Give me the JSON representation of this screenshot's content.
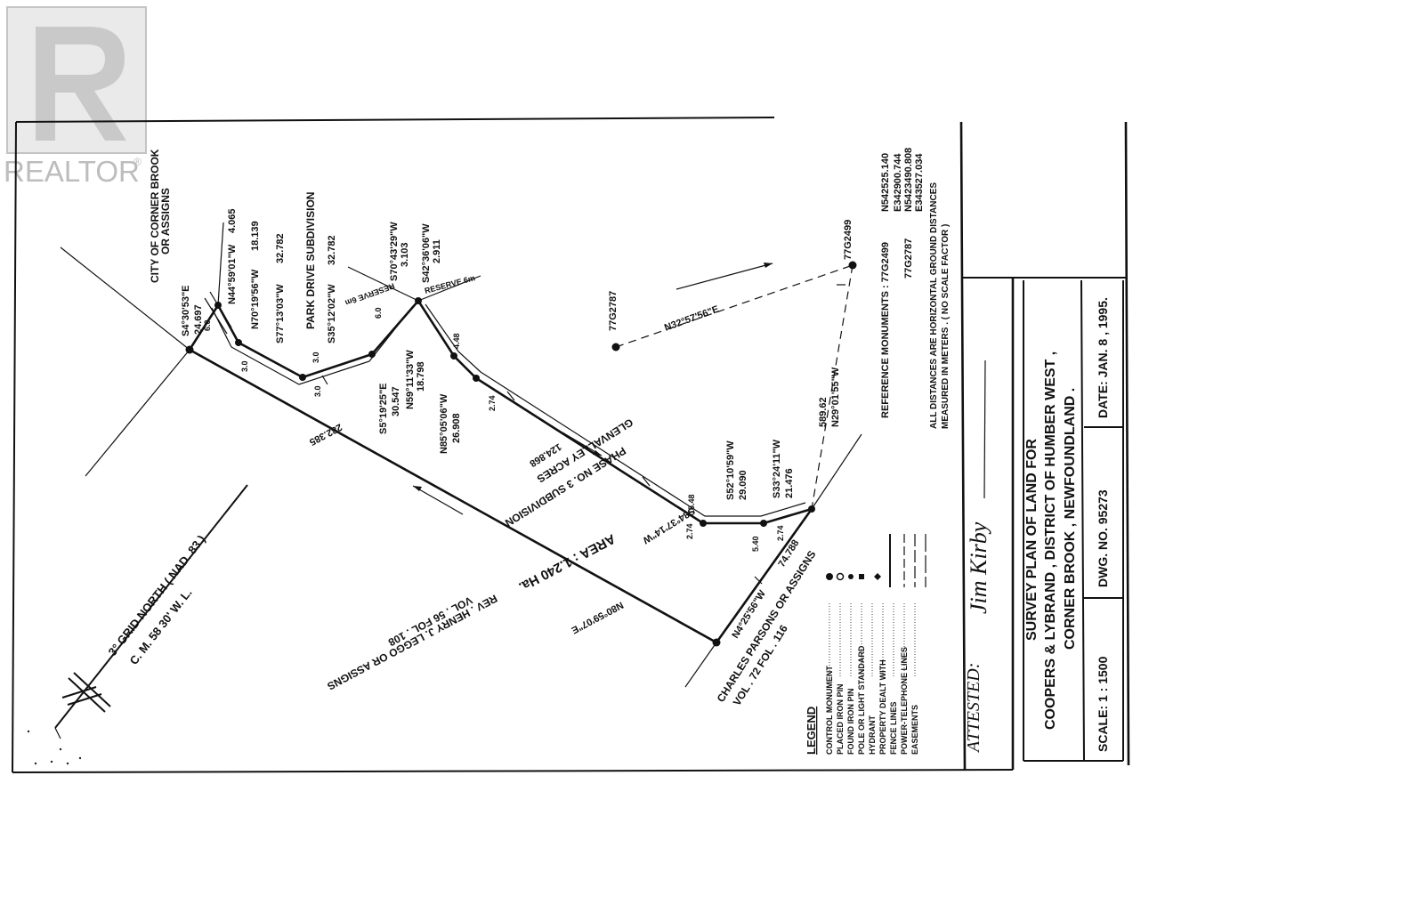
{
  "watermark": {
    "text": "REALTOR",
    "registered": "®"
  },
  "title_block": {
    "survey_line1": "SURVEY PLAN OF LAND FOR",
    "survey_line2": "COOPERS & LYBRAND , DISTRICT OF HUMBER WEST ,",
    "survey_line3": "CORNER BROOK , NEWFOUNDLAND .",
    "scale": "SCALE: 1 : 1500",
    "dwg": "DWG. NO. 95273",
    "date": "DATE: JAN. 8 , 1995.",
    "attested": "ATTESTED:",
    "signature": "Jim Kirby"
  },
  "notes": {
    "reference_monuments": "REFERENCE MONUMENTS : 77G2499",
    "ref_77g2787": "77G2787",
    "coord_1": "N542525.140",
    "coord_2": "E342900.744",
    "coord_3": "N5423490.808",
    "coord_4": "E343527.034",
    "distances_1": "ALL DISTANCES ARE HORIZONTAL GROUND DISTANCES",
    "distances_2": "MEASURED IN METERS . ( NO SCALE FACTOR )"
  },
  "legend": {
    "title": "LEGEND",
    "items": [
      "CONTROL MONUMENT",
      "PLACED IRON PIN",
      "FOUND IRON PIN",
      "POLE OR LIGHT STANDARD",
      "HYDRANT",
      "PROPERTY DEALT WITH",
      "FENCE LINES",
      "POWER-TELEPHONE LINES",
      "EASEMENTS"
    ]
  },
  "plan_labels": {
    "owner_north_1": "CITY OF CORNER BROOK",
    "owner_north_2": "OR ASSIGNS",
    "park_drive": "PARK DRIVE SUBDIVISION",
    "glenvalley_1": "GLENVALLEY ACRES",
    "glenvalley_2": "PHASE NO. 3 SUBDIVISION",
    "area": "AREA : 1.240 Ha.",
    "owner_south_1": "REV . HENRY J. LEGGO OR ASSIGNS",
    "owner_south_2": "VOL . 56 FOL . 108",
    "owner_east_1": "CHARLES PARSONS OR ASSIGNS",
    "owner_east_2": "VOL . 72 FOL . 116",
    "grid_north_1": "3° GRID NORTH ( NAD. 83 )",
    "grid_north_2": "C. M. 58 30' W. L.",
    "reserve_a": "RESERVE 6m",
    "reserve_b": "RESERVE 6m",
    "mon_a": "77G2787",
    "mon_b": "77G2499"
  },
  "bearings": {
    "b1": "S4°30'53\"E",
    "b1d": "24.697",
    "b2": "N44°59'01\"W",
    "b2d": "4.065",
    "b3": "N70°19'56\"W",
    "b3d": "18.139",
    "b4": "S77°13'03\"W",
    "b4d": "32.782",
    "b5": "S35°12'02\"W",
    "b5d": "32.782",
    "b6": "S70°43'29\"W",
    "b6d": "3.103",
    "b7": "S42°36'06\"W",
    "b7d": "2.911",
    "b8": "S5°19'25\"E",
    "b8d": "30.547",
    "b9": "N59°11'33\"W",
    "b9d": "18.798",
    "b10": "N85°05'06\"W",
    "b10d": "26.908",
    "b11": "124.868",
    "b12": "S84°37'14\"W",
    "b13": "S52°10'59\"W",
    "b13d": "29.090",
    "b14": "S33°24'11\"W",
    "b14d": "21.476",
    "b15": "589.62",
    "b16": "N29°01'55\"W",
    "b17": "N32°57'56\"E",
    "b18": "282.385",
    "b19": "N80°59'07\"E",
    "b20": "N4°25'56\"W",
    "b21": "74.788"
  },
  "small_dims": {
    "d1": "6.0",
    "d2": "3.0",
    "d3": "3.0",
    "d4": "3.0",
    "d5": "6.0",
    "d6": "4.48",
    "d7": "2.74",
    "d8": "15.48",
    "d9": "2.74",
    "d10": "5.40",
    "d11": "2.74"
  }
}
